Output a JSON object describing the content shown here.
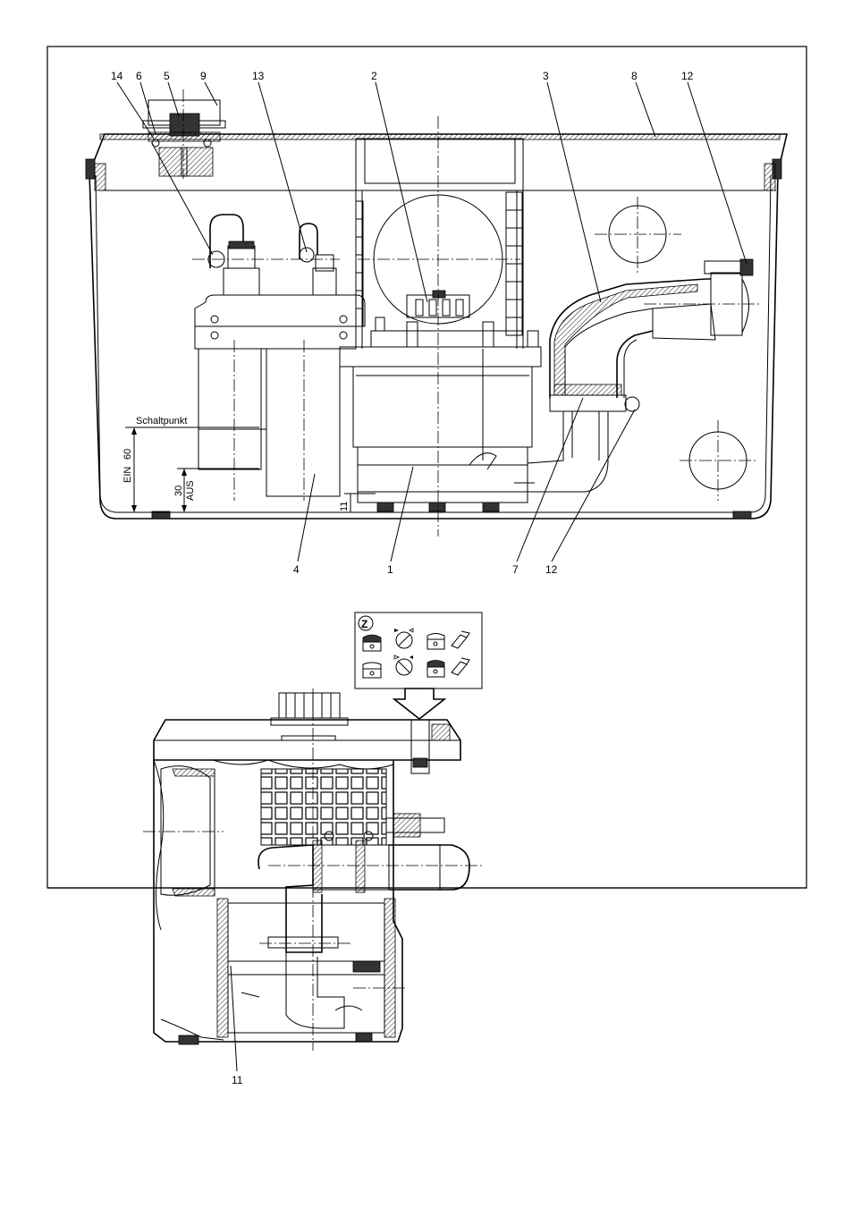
{
  "callouts": {
    "c14": "14",
    "c6": "6",
    "c5": "5",
    "c9": "9",
    "c13": "13",
    "c2": "2",
    "c3": "3",
    "c8": "8",
    "c12a": "12",
    "c4": "4",
    "c1": "1",
    "c7": "7",
    "c12b": "12",
    "c11": "11"
  },
  "dimensions": {
    "schaltpunkt": "Schaltpunkt",
    "ein": "EIN",
    "ein_value": "60",
    "aus": "AUS",
    "aus_value": "30",
    "gap": "11"
  },
  "inset": {
    "badge": "Z"
  }
}
